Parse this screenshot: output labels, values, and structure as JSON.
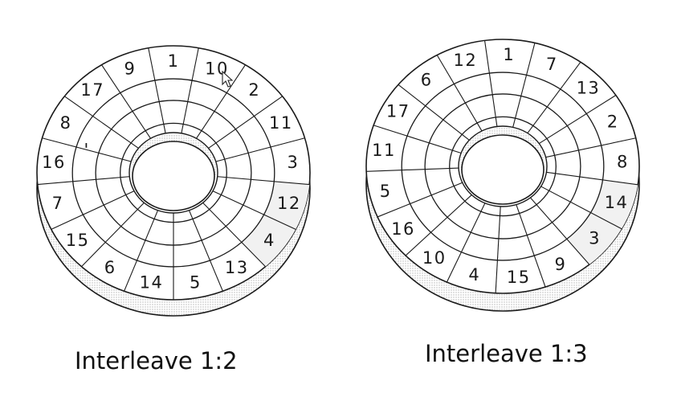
{
  "disks": [
    {
      "caption": "Interleave 1:2",
      "sectors": [
        "1",
        "10",
        "2",
        "11",
        "3",
        "12",
        "4",
        "13",
        "5",
        "14",
        "6",
        "15",
        "7",
        "16",
        "8",
        "17",
        "9"
      ],
      "extra_mark": "'"
    },
    {
      "caption": "Interleave 1:3",
      "sectors": [
        "1",
        "7",
        "13",
        "2",
        "8",
        "14",
        "3",
        "9",
        "15",
        "4",
        "10",
        "16",
        "5",
        "11",
        "17",
        "6",
        "12"
      ]
    }
  ],
  "colors": {
    "ink": "#1a1a1a",
    "stipple": "#c8c8c8",
    "background": "#ffffff"
  }
}
